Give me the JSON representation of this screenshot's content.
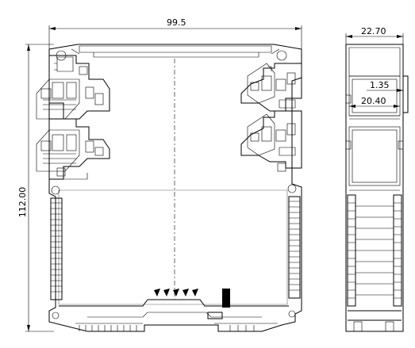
{
  "dimensions": {
    "width_front": "99.5",
    "height": "112.00",
    "width_side": "22.70",
    "inner_top": "1.35",
    "inner_width": "20.40"
  }
}
